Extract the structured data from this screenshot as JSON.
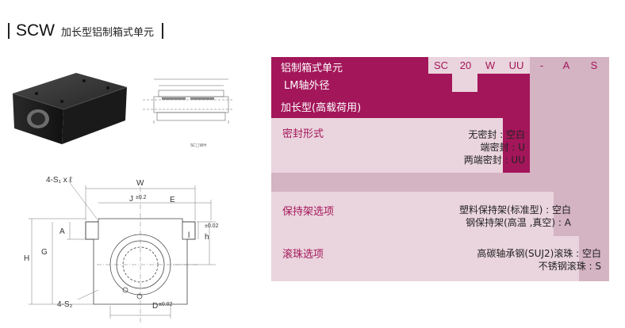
{
  "header": {
    "model": "SCW",
    "subtitle": "加长型铝制箱式单元"
  },
  "small_drawing": {
    "caption": "SC□WH"
  },
  "dims": {
    "s1": "4-S₁ x ℓ",
    "w": "W",
    "j": "J",
    "j_tol": "±0.2",
    "e": "E",
    "a": "A",
    "g": "G",
    "h": "H",
    "l": "l",
    "h1": "h",
    "h1_tol": "±0.02",
    "s2": "4-S₂",
    "d": "D",
    "d_tol": "±0.02"
  },
  "code_table": {
    "row1_label": "铝制箱式单元",
    "codes": [
      "SC",
      "20",
      "W",
      "UU",
      "-",
      "A",
      "S"
    ],
    "row2_label": "LM轴外径",
    "row3_label": "加长型(高载荷用)",
    "seal": {
      "title": "密封形式",
      "options": [
        "无密封 : 空白",
        "端密封 : U",
        "两端密封 : UU"
      ]
    },
    "retainer": {
      "title": "保持架选项",
      "options": [
        "塑料保持架(标准型) : 空白",
        "钢保持架(高温 ,真空) : A"
      ]
    },
    "ball": {
      "title": "滚珠选项",
      "options": [
        "高碳轴承钢(SUJ2)滚珠 : 空白",
        "不锈钢滚珠 : S"
      ]
    }
  }
}
